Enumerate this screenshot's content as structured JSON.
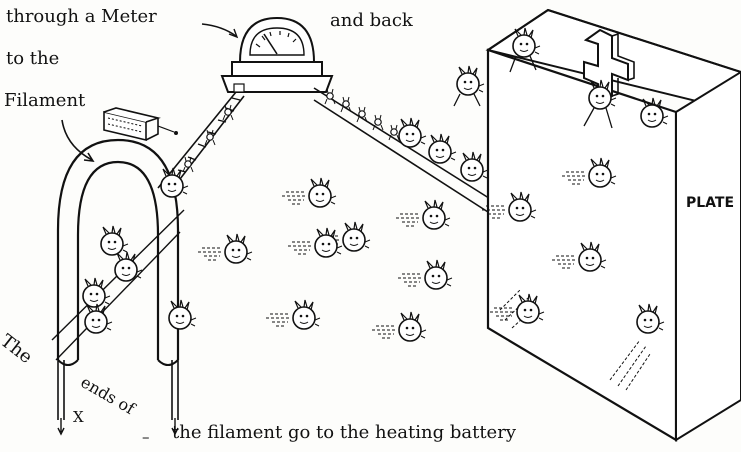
{
  "labels": {
    "through_meter": "through a Meter",
    "and_back": "and back",
    "to_the": "to the",
    "filament": "Filament",
    "the": "The",
    "ends_of": "ends of",
    "filament_go": "the filament go to the heating battery",
    "plate": "PLATE",
    "x_mark": "X",
    "dash_mark": "–"
  },
  "colors": {
    "ink": "#111111",
    "paper": "#fdfdfb"
  }
}
